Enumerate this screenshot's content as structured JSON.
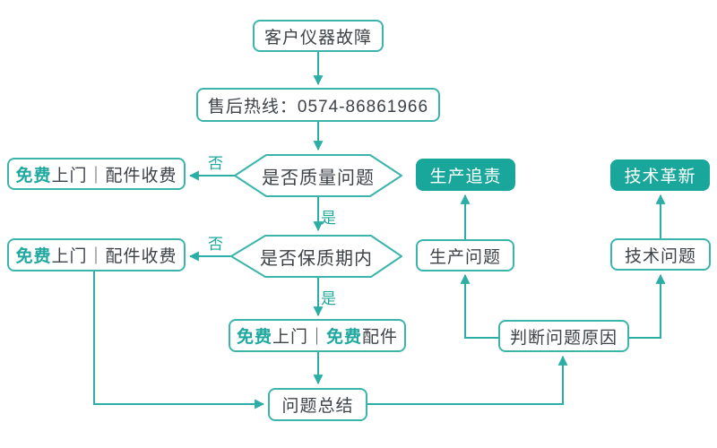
{
  "palette": {
    "teal": "#19A79C",
    "teal_line": "#2BAEA5",
    "teal_border": "#3BB5AC",
    "accent_text": "#1FA89F",
    "text_dark": "#3D4247",
    "bg": "#FFFFFF"
  },
  "nodes": {
    "customer_fault": {
      "label": "客户仪器故障"
    },
    "hotline": {
      "label": "售后热线：0574-86861966"
    },
    "quality_decision": {
      "label": "是否质量问题"
    },
    "warranty_decision": {
      "label": "是否保质期内"
    },
    "free_visit_paid_parts_1": {
      "accent": "免费",
      "rest": "上门｜配件收费"
    },
    "free_visit_paid_parts_2": {
      "accent": "免费",
      "rest": "上门｜配件收费"
    },
    "free_visit_free_parts": {
      "accent1": "免费",
      "mid": "上门｜",
      "accent2": "免费",
      "tail": "配件"
    },
    "problem_summary": {
      "label": "问题总结"
    },
    "judge_cause": {
      "label": "判断问题原因"
    },
    "production_problem": {
      "label": "生产问题"
    },
    "production_accountability": {
      "label": "生产追责"
    },
    "tech_problem": {
      "label": "技术问题"
    },
    "tech_innovation": {
      "label": "技术革新"
    }
  },
  "edge_labels": {
    "quality_no": "否",
    "quality_yes": "是",
    "warranty_no": "否",
    "warranty_yes": "是"
  }
}
